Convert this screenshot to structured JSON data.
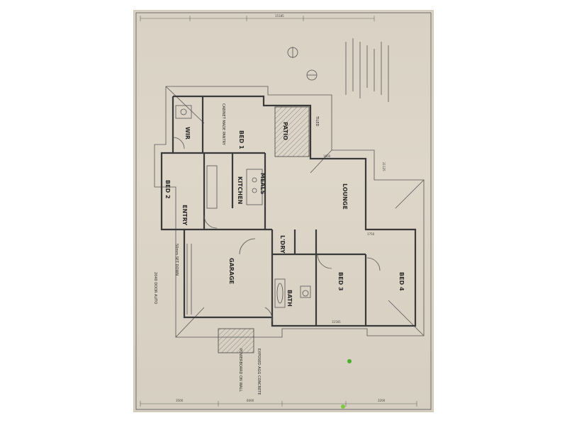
{
  "plan": {
    "rooms": {
      "bed2": "BED 2",
      "bed3": "BED 3",
      "bed4": "BED 4",
      "bed1": "BED 1",
      "kitchen": "KITCHEN",
      "meals": "MEALS",
      "lounge": "LOUNGE",
      "garage": "GARAGE",
      "entry": "ENTRY",
      "bath": "BATH",
      "ldry": "L'DRY",
      "wir": "WIR",
      "patio": "PATIO"
    },
    "notes": {
      "pantry": "CABINET MADE PANTRY",
      "powerboard": "POWERBOARD ON WALL",
      "exposed": "EXPOSED AGG CONCRETE",
      "setdown": "50mm SET DOWN",
      "tiled": "TILED",
      "door": "2040 DOOR AUTO"
    },
    "dims": [
      "15185",
      "21125",
      "1600",
      "1750",
      "11565",
      "3500",
      "6000",
      "3200"
    ]
  }
}
